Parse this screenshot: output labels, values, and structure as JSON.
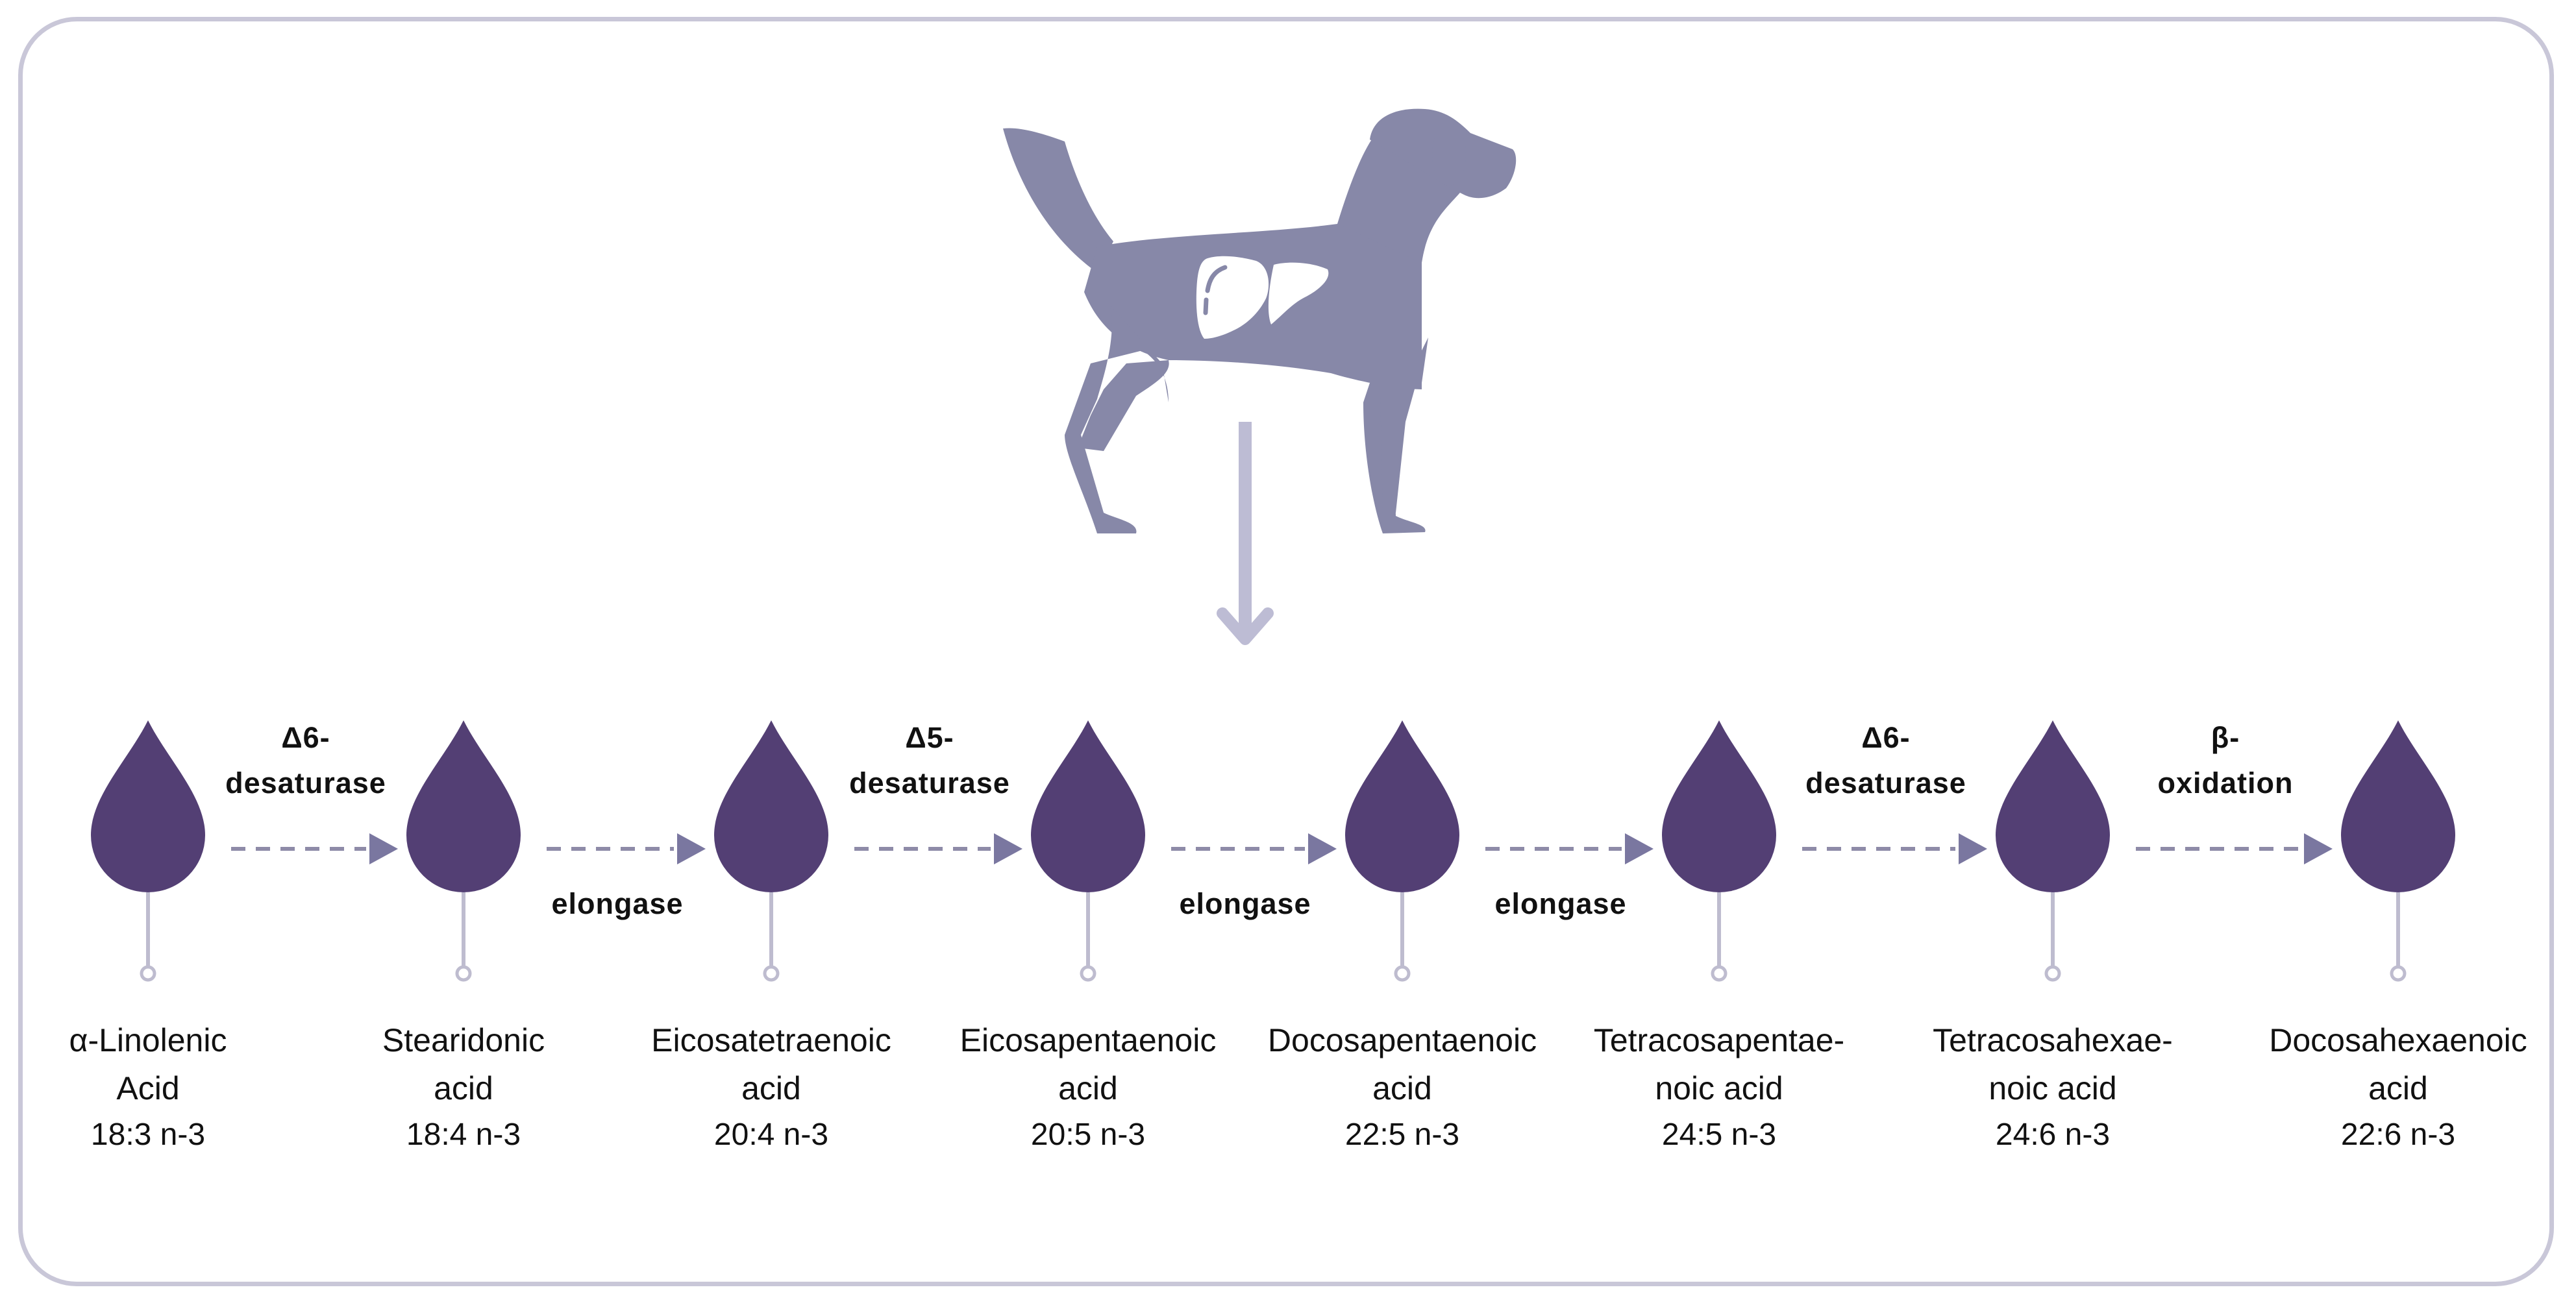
{
  "colors": {
    "drop": "#533f74",
    "dog": "#8788a8",
    "liver": "#ffffff",
    "stem": "#bebccf",
    "arrow_dash": "#8e8ba8",
    "arrow_head": "#7a77a0",
    "down_arrow": "#bdbcd4",
    "frame": "#c9c7d8"
  },
  "icons": [
    "dog-icon",
    "liver-icon",
    "down-arrow-icon",
    "drop-icon"
  ],
  "acids": [
    {
      "name_line1": "α-Linolenic",
      "name_line2": "Acid",
      "formula": "18:3 n-3"
    },
    {
      "name_line1": "Stearidonic",
      "name_line2": "acid",
      "formula": "18:4 n-3"
    },
    {
      "name_line1": "Eicosatetraenoic",
      "name_line2": "acid",
      "formula": "20:4 n-3"
    },
    {
      "name_line1": "Eicosapentaenoic",
      "name_line2": "acid",
      "formula": "20:5 n-3"
    },
    {
      "name_line1": "Docosapentaenoic",
      "name_line2": "acid",
      "formula": "22:5 n-3"
    },
    {
      "name_line1": "Tetracosapentae-",
      "name_line2": "noic acid",
      "formula": "24:5 n-3"
    },
    {
      "name_line1": "Tetracosahexae-",
      "name_line2": "noic acid",
      "formula": "24:6 n-3"
    },
    {
      "name_line1": "Docosahexaenoic",
      "name_line2": "acid",
      "formula": "22:6 n-3"
    }
  ],
  "steps": [
    {
      "line1": "Δ6-",
      "line2": "desaturase",
      "position": "above"
    },
    {
      "line1": "elongase",
      "line2": "",
      "position": "below"
    },
    {
      "line1": "Δ5-",
      "line2": "desaturase",
      "position": "above"
    },
    {
      "line1": "elongase",
      "line2": "",
      "position": "below"
    },
    {
      "line1": "elongase",
      "line2": "",
      "position": "below"
    },
    {
      "line1": "Δ6-",
      "line2": "desaturase",
      "position": "above"
    },
    {
      "line1": "β-",
      "line2": "oxidation",
      "position": "above"
    }
  ]
}
